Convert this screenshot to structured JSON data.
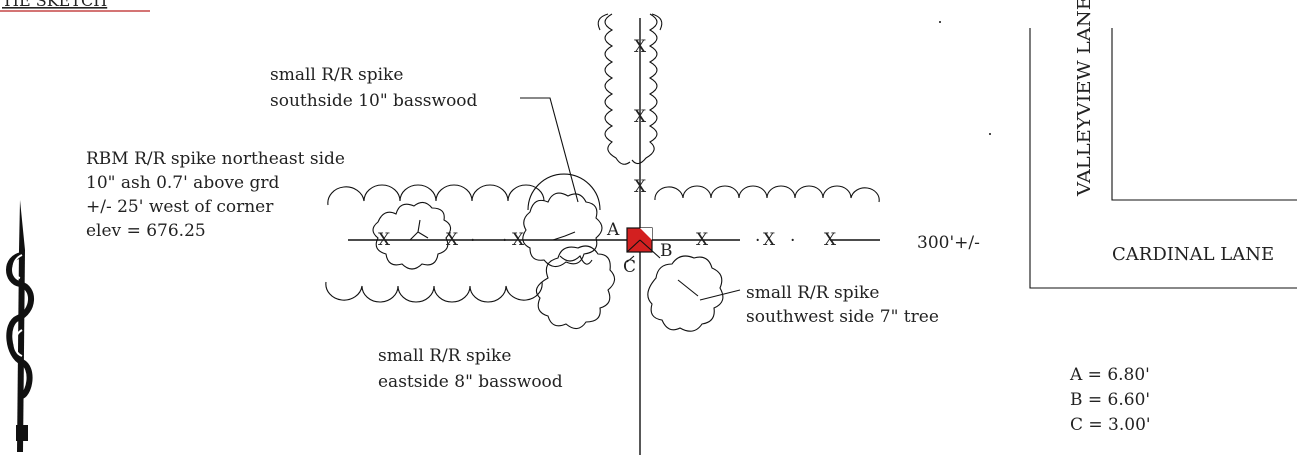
{
  "header": {
    "title_fragment": "TIE SKETCH"
  },
  "notes": {
    "spike_south": [
      "small R/R spike",
      "southside 10\" basswood"
    ],
    "rbm": [
      "RBM R/R spike northeast side",
      "10\" ash 0.7' above grd",
      "+/- 25' west of corner",
      "elev = 676.25"
    ],
    "spike_east": [
      "small R/R spike",
      "eastside 8\" basswood"
    ],
    "spike_southwest": [
      "small R/R spike",
      "southwest side 7\" tree"
    ]
  },
  "corner_labels": {
    "a": "A",
    "b": "B",
    "c": "C"
  },
  "fence_mark": "X",
  "distance_label": "300'+/-",
  "roads": {
    "north_south": "VALLEYVIEW LANE",
    "east_west": "CARDINAL LANE"
  },
  "ties": [
    {
      "label": "A = 6.80'"
    },
    {
      "label": "B = 6.60'"
    },
    {
      "label": "C = 3.00'"
    }
  ],
  "colors": {
    "corner_marker": "#d32020",
    "ink": "#111111"
  }
}
